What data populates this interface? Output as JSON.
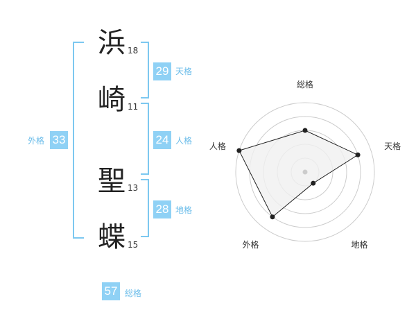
{
  "name": [
    {
      "char": "浜",
      "strokes": "18"
    },
    {
      "char": "崎",
      "strokes": "11"
    },
    {
      "char": "聖",
      "strokes": "13"
    },
    {
      "char": "蝶",
      "strokes": "15"
    }
  ],
  "fortune": {
    "tenkaku": {
      "label": "天格",
      "value": "29"
    },
    "jinkaku": {
      "label": "人格",
      "value": "24"
    },
    "chikaku": {
      "label": "地格",
      "value": "28"
    },
    "gaikaku": {
      "label": "外格",
      "value": "33"
    },
    "soukaku": {
      "label": "総格",
      "value": "57"
    }
  },
  "radar": {
    "axes": [
      "総格",
      "天格",
      "地格",
      "外格",
      "人格"
    ],
    "levels": 5,
    "values": [
      3,
      4,
      1,
      4,
      5
    ],
    "colors": {
      "grid": "#cccccc",
      "fill": "#f0f0f0",
      "line": "#222222",
      "point": "#222222",
      "center": "#cccccc"
    }
  }
}
